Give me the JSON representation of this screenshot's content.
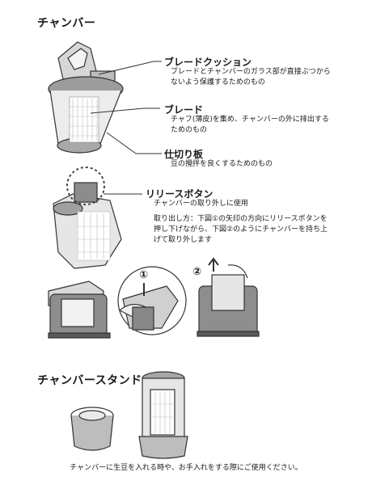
{
  "sections": {
    "chamber": {
      "title": "チャンバー",
      "parts": [
        {
          "label": "ブレードクッション",
          "desc": [
            "ブレードとチャンバーのガラス部が直接ぶつから",
            "ないよう保護するためのもの"
          ]
        },
        {
          "label": "ブレード",
          "desc": [
            "チャフ(薄皮)を集め、チャンバーの外に排出する",
            "ためのもの"
          ]
        },
        {
          "label": "仕切り板",
          "desc": [
            "豆の攪拌を良くするためのもの"
          ]
        }
      ]
    },
    "release": {
      "label": "リリースボタン",
      "desc": "チャンバーの取り外しに使用",
      "howto": [
        "取り出し方：下図①の矢印の方向にリリースボタンを",
        "押し下げながら、下図②のようにチャンバーを持ち上",
        "げて取り外します"
      ],
      "step1": "①",
      "step2": "②"
    },
    "stand": {
      "title": "チャンバースタンド",
      "note": "チャンバーに生豆を入れる時や、お手入れをする際にご使用ください。"
    }
  }
}
